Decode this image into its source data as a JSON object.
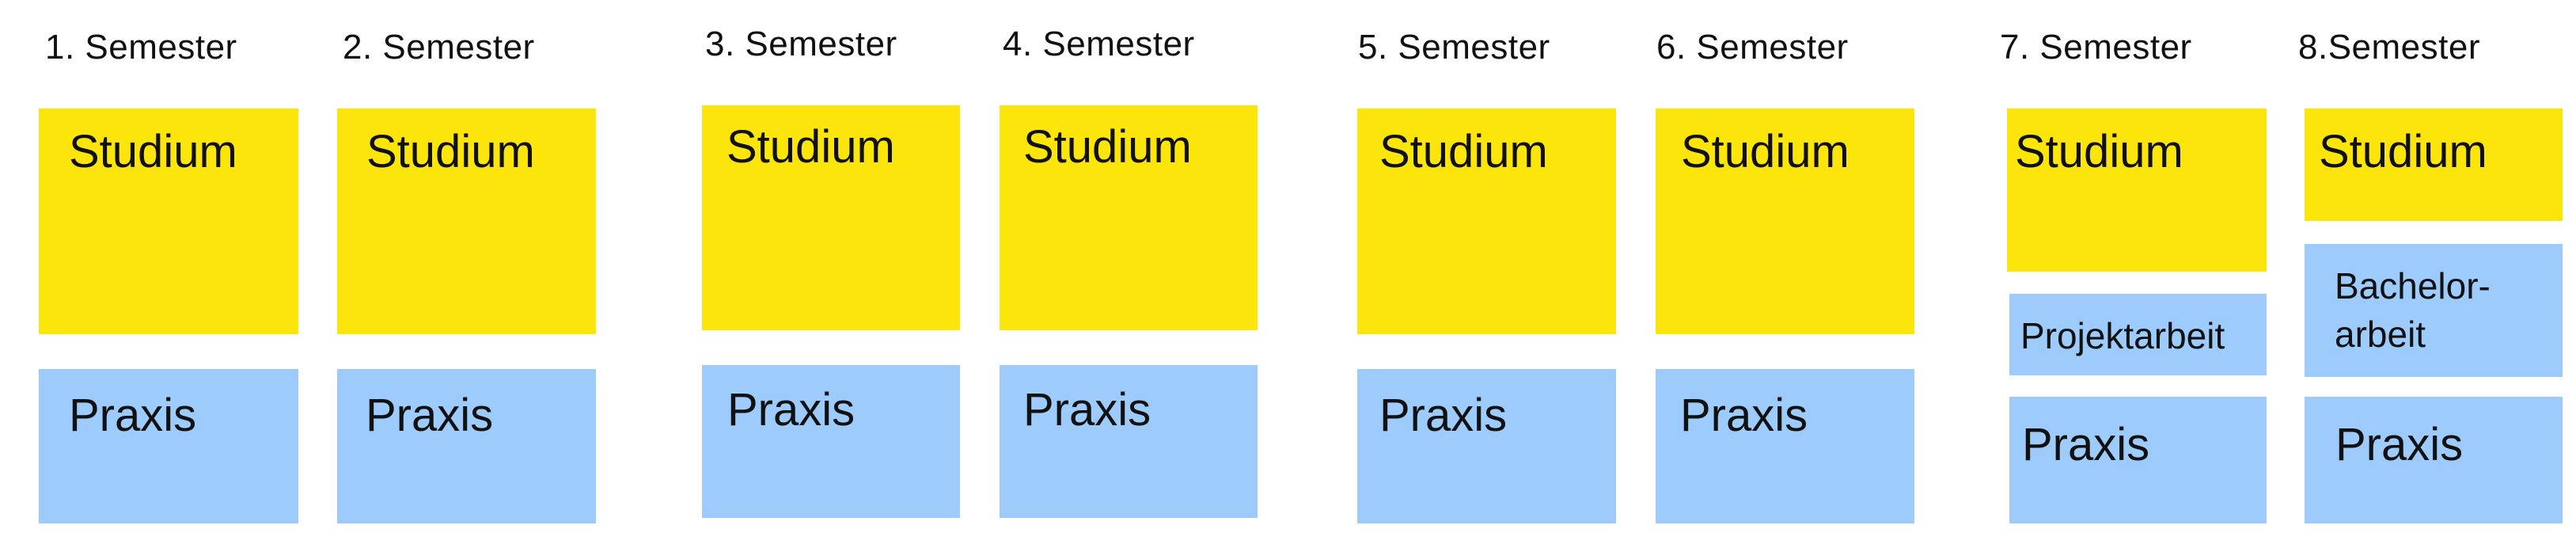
{
  "semesters": [
    {
      "title": "1. Semester",
      "study": "Studium",
      "practice": "Praxis"
    },
    {
      "title": "2. Semester",
      "study": "Studium",
      "practice": "Praxis"
    },
    {
      "title": "3. Semester",
      "study": "Studium",
      "practice": "Praxis"
    },
    {
      "title": "4. Semester",
      "study": "Studium",
      "practice": "Praxis"
    },
    {
      "title": "5. Semester",
      "study": "Studium",
      "practice": "Praxis"
    },
    {
      "title": "6. Semester",
      "study": "Studium",
      "practice": "Praxis"
    },
    {
      "title": "7. Semester",
      "study": "Studium",
      "project": "Projektarbeit",
      "practice": "Praxis"
    },
    {
      "title": "8.Semester",
      "study": "Studium",
      "thesis_line1": "Bachelor-",
      "thesis_line2": "arbeit",
      "practice": "Praxis"
    }
  ],
  "colors": {
    "study": "#fce50a",
    "practice": "#9ccbfc",
    "text": "#111111",
    "background": "#ffffff"
  }
}
